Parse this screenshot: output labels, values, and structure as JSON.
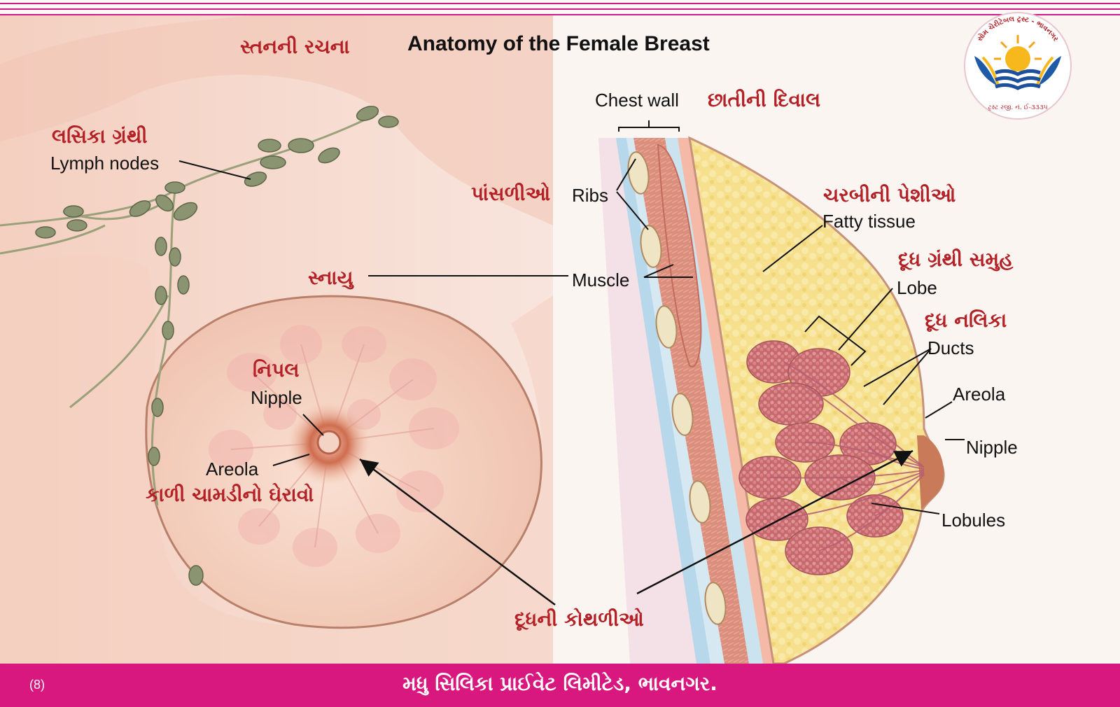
{
  "title_en": "Anatomy of the Female Breast",
  "title_gu": "સ્તનની રચના",
  "labels": {
    "lymph_nodes_gu": "લસિકા ગ્રંથી",
    "lymph_nodes_en": "Lymph nodes",
    "ribs_gu": "પાંસળીઓ",
    "ribs_en": "Ribs",
    "chest_wall_en": "Chest wall",
    "chest_wall_gu": "છાતીની દિવાલ",
    "muscle_gu": "સ્નાયુ",
    "muscle_en": "Muscle",
    "fatty_tissue_gu": "ચરબીની પેશીઓ",
    "fatty_tissue_en": "Fatty tissue",
    "lobe_gu": "દૂધ ગ્રંથી સમુહ",
    "lobe_en": "Lobe",
    "ducts_gu": "દૂધ નલિકા",
    "ducts_en": "Ducts",
    "areola_right_en": "Areola",
    "nipple_right_en": "Nipple",
    "lobules_en": "Lobules",
    "nipple_left_gu": "નિપલ",
    "nipple_left_en": "Nipple",
    "areola_left_en": "Areola",
    "areola_left_gu": "કાળી ચામડીનો ઘેરાવો",
    "milk_sacs_gu": "દૂધની કોથળીઓ"
  },
  "logo": {
    "ring_text": "સોમ ચેરીટેબલ ટ્રસ્ટ - ભાવનગર",
    "reg_text": "ટ્રસ્ટ રજી. નં. ઈ-૩૩૩૫"
  },
  "footer": {
    "page_number": "(8)",
    "text": "મધુ સિલિકા પ્રાઈવેટ લિમીટેડ, ભાવનગર."
  },
  "colors": {
    "accent_magenta": "#d8177f",
    "label_red": "#b32025",
    "skin": "#f6d6c6",
    "muscle": "#d98a78",
    "fat": "#f5df86",
    "lobule": "#c96a6e",
    "lymph": "#8f9a76"
  }
}
